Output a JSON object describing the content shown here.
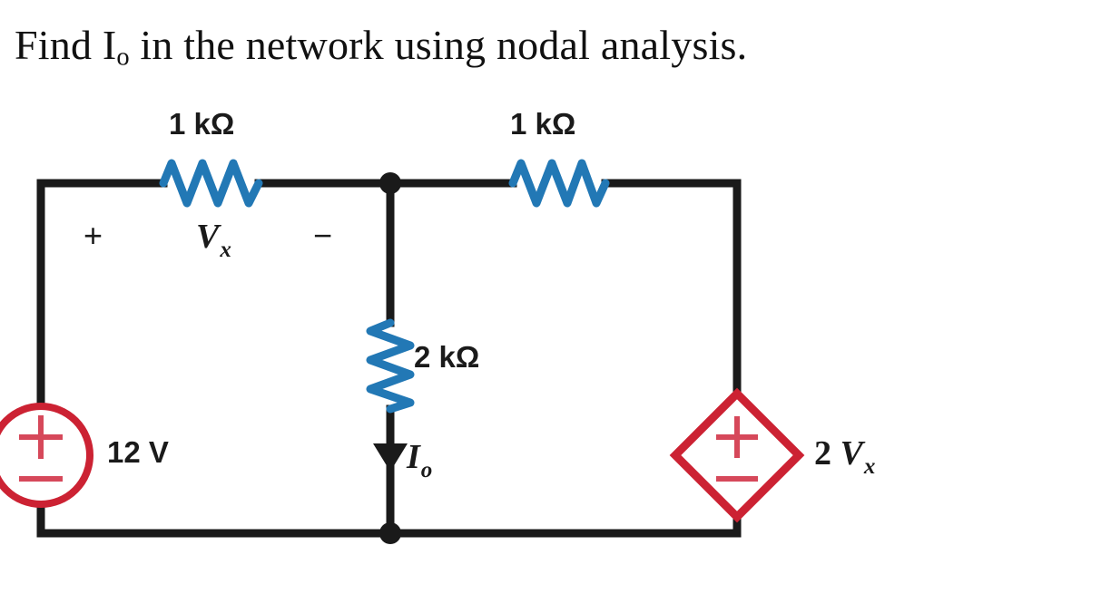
{
  "title": {
    "prefix": "Find I",
    "subscript": "o",
    "suffix": " in the network using nodal analysis."
  },
  "circuit": {
    "type": "schematic",
    "description": "Two-mesh resistive circuit with independent 12 V source, two 1 kilohm series resistors, a 2 kilohm shunt resistor, and a dependent voltage source 2Vx",
    "colors": {
      "wire": "#1a1a1a",
      "resistor": "#2278b5",
      "source": "#cc2233",
      "background": "#ffffff",
      "text": "#1a1a1a"
    },
    "components": {
      "r_top_left": {
        "name": "resistor-1k-top-left",
        "label": "1 kΩ",
        "value": "1",
        "unit": "kΩ",
        "orientation": "horizontal"
      },
      "r_top_right": {
        "name": "resistor-1k-top-right",
        "label": "1 kΩ",
        "value": "1",
        "unit": "kΩ",
        "orientation": "horizontal"
      },
      "r_middle": {
        "name": "resistor-2k-middle",
        "label": "2 kΩ",
        "value": "2",
        "unit": "kΩ",
        "orientation": "vertical"
      },
      "v_source": {
        "name": "independent-voltage-source",
        "label": "12 V",
        "value": "12",
        "unit": "V",
        "shape": "circle",
        "plus": "+",
        "minus": "−"
      },
      "dep_source": {
        "name": "dependent-voltage-source",
        "coefficient": "2 ",
        "variable": "V",
        "variable_sub": "x",
        "shape": "diamond",
        "plus": "+",
        "minus": "−"
      }
    },
    "annotations": {
      "vx_plus": "+",
      "vx_minus": "−",
      "vx_symbol": "V",
      "vx_subscript": "x",
      "io_symbol": "I",
      "io_subscript": "o",
      "io_direction": "down"
    }
  }
}
